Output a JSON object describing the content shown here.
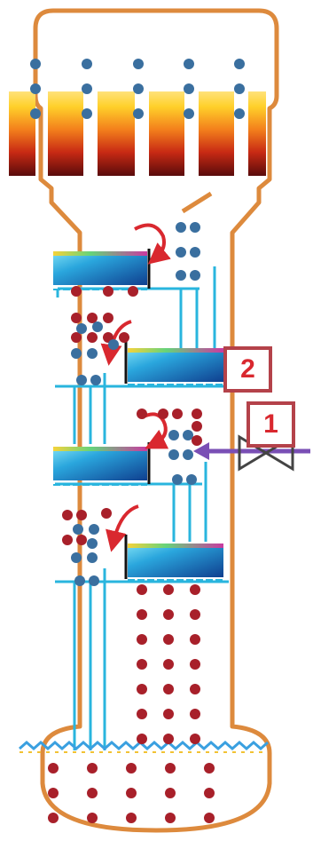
{
  "diagram": {
    "markers": [
      {
        "id": "2",
        "label": "2"
      },
      {
        "id": "1",
        "label": "1"
      }
    ],
    "colors": {
      "vessel_outline": "#dd8a3d",
      "liquid_bubble": "#a8202a",
      "vapor_bubble": "#3a6f9f",
      "downcomer_pipe": "#29b5de",
      "flow_arrow": "#d9282f",
      "feed_arrow": "#7a4fb5",
      "marker_border": "#b4424a",
      "marker_text": "#d9282f"
    },
    "icons": [
      "feed-valve-icon",
      "feed-arrow-icon",
      "flow-arrow-icon",
      "heater-tube-icon"
    ]
  }
}
